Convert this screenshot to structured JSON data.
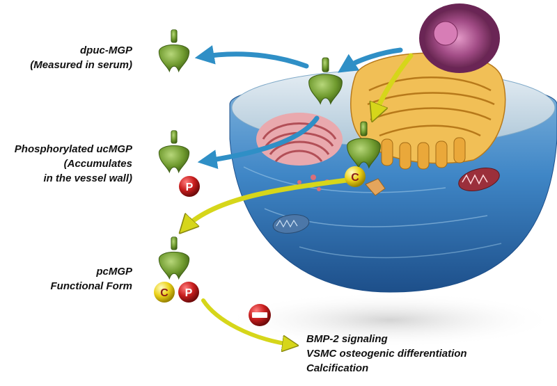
{
  "labels": {
    "dpuc": [
      "dpuc-MGP",
      "(Measured in serum)"
    ],
    "phos": [
      "Phosphorylated ucMGP",
      "(Accumulates",
      "in the vessel wall)"
    ],
    "pc": [
      "pcMGP",
      "Functional Form"
    ],
    "outcomes": [
      "BMP-2 signaling",
      "VSMC osteogenic differentiation",
      "Calcification"
    ]
  },
  "badges": {
    "carboxyl": "C",
    "phosphate": "P"
  },
  "colors": {
    "protein_green": "#6f9a2e",
    "arrow_blue": "#2f8fc6",
    "arrow_yellow": "#d6d61a",
    "badge_red": "#c81e1e",
    "badge_yellow": "#ecd21a",
    "cell_blue": "#3f86c6",
    "golgi_orange": "#e7a534",
    "er_pink": "#cf6d74",
    "nucleus_purple": "#8e3c73"
  },
  "icons": [
    "mgp-protein-icon",
    "phosphate-badge-icon",
    "carboxyl-badge-icon",
    "inhibition-icon"
  ]
}
